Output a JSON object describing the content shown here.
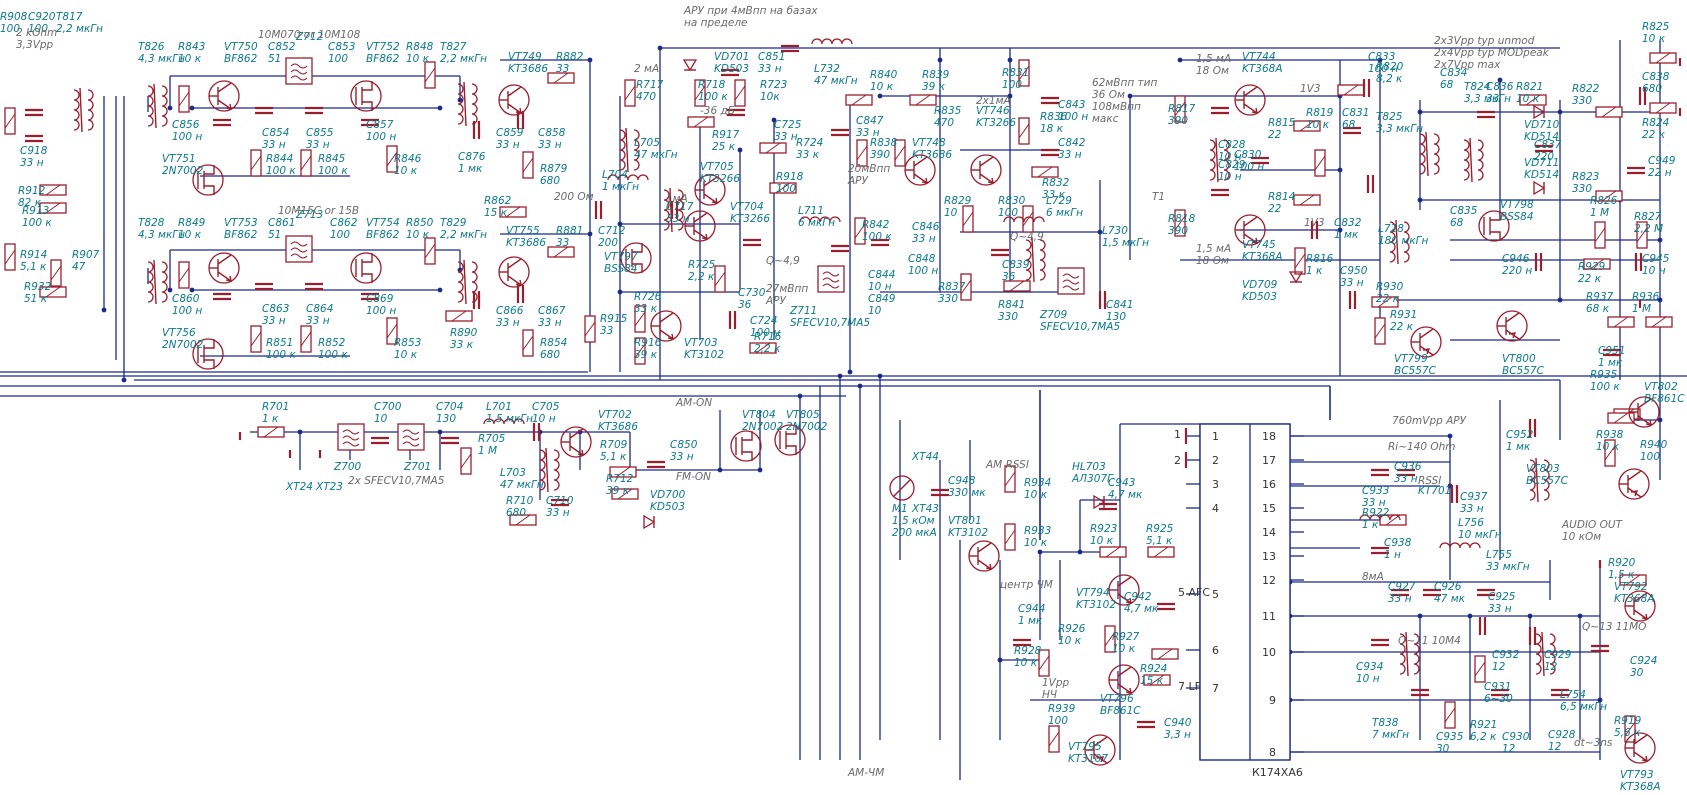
{
  "notes": {
    "top_left": [
      "2 kOhm",
      "3,3Vpp"
    ],
    "agc": [
      "АРУ при 4мВпп на базах",
      "на пределе"
    ],
    "top_right": [
      "2x3Vpp typ unmod",
      "2x4Vpp typ MODpeak",
      "2x7Vpp max"
    ],
    "i2ma": "2 мА",
    "db36": "-36 дБ",
    "ohm200": "200 Ом",
    "ma1": "1мА",
    "agc20": [
      "20мВпп",
      "АРУ"
    ],
    "agc27": [
      "27мВпп",
      "АРУ"
    ],
    "q49a": "Q~4,9",
    "q49b": "Q~4,9",
    "ma2x1": "2x1мА",
    "mv62": [
      "62мВпп тип",
      "36 Ом",
      "108мВпп",
      "макс"
    ],
    "t1": "T1",
    "curr_a": [
      "1,5 мА",
      "18 Ом"
    ],
    "curr_b": [
      "1,5 мА",
      "18 Ом"
    ],
    "v13a": "1V3",
    "v13b": "1V3",
    "pin1": "1",
    "pin2": "2",
    "am_on": "AM-ON",
    "fm_on": "FM-ON",
    "am_rssi": "AM RSSI",
    "am_chm": "AM-ЧМ",
    "centr": "центр ЧМ",
    "nch": [
      "1Vpp",
      "НЧ"
    ],
    "agc760": "760mVpp АРУ",
    "ri140": "Ri~140 Ohm",
    "ma8": "8мА",
    "rssi": "RSSI",
    "q11": "Q~11 10M4",
    "q13": "Q~13 11MO",
    "dt3": "dt~3ns",
    "audio": [
      "AUDIO OUT",
      "10 кОм"
    ],
    "filt_top": "10M070 or 10M108",
    "filt_bot": "10M15C or 15B",
    "z_note": "2x SFECV10,7MA5",
    "afc": "5 AFC",
    "lf": "7 LF",
    "meter": [
      "M1",
      "1,5 кОм",
      "200 мкА"
    ],
    "chip": "К174ХА6"
  },
  "labels": [
    [
      "R908",
      "100"
    ],
    [
      "C920",
      "100"
    ],
    [
      "T817",
      "2,2 мкГн"
    ],
    [
      "R912",
      "82 к"
    ],
    [
      "R913",
      "100 к"
    ],
    [
      "R914",
      "5,1 к"
    ],
    [
      "R907",
      "47"
    ],
    [
      "R932",
      "51 к"
    ],
    [
      "C918",
      "33 н"
    ],
    [
      "T826",
      "4,3 мкГн"
    ],
    [
      "R843",
      "10 к"
    ],
    [
      "VT750",
      "BF862"
    ],
    [
      "C852",
      "51"
    ],
    [
      "Z712",
      ""
    ],
    [
      "C853",
      "100"
    ],
    [
      "VT752",
      "BF862"
    ],
    [
      "R848",
      "10 к"
    ],
    [
      "T827",
      "2,2 мкГн"
    ],
    [
      "C856",
      "100 н"
    ],
    [
      "C854",
      "33 н"
    ],
    [
      "C855",
      "33 н"
    ],
    [
      "C857",
      "100 н"
    ],
    [
      "VT751",
      "2N7002"
    ],
    [
      "R844",
      "100 к"
    ],
    [
      "R845",
      "100 к"
    ],
    [
      "R846",
      "10 к"
    ],
    [
      "T828",
      "4,3 мкГн"
    ],
    [
      "R849",
      "10 к"
    ],
    [
      "VT753",
      "BF862"
    ],
    [
      "C861",
      "51"
    ],
    [
      "Z713",
      ""
    ],
    [
      "C862",
      "100"
    ],
    [
      "VT754",
      "BF862"
    ],
    [
      "R850",
      "10 к"
    ],
    [
      "T829",
      "2,2 мкГн"
    ],
    [
      "C860",
      "100 н"
    ],
    [
      "C863",
      "33 н"
    ],
    [
      "C864",
      "33 н"
    ],
    [
      "C869",
      "100 н"
    ],
    [
      "VT756",
      "2N7002"
    ],
    [
      "R851",
      "100 к"
    ],
    [
      "R852",
      "100 к"
    ],
    [
      "R853",
      "10 к"
    ],
    [
      "VT749",
      "KT3686"
    ],
    [
      "R882",
      "33"
    ],
    [
      "C876",
      "1 мк"
    ],
    [
      "C859",
      "33 н"
    ],
    [
      "C858",
      "33 н"
    ],
    [
      "R879",
      "680"
    ],
    [
      "R862",
      "15 к"
    ],
    [
      "VT755",
      "KT3686"
    ],
    [
      "R881",
      "33"
    ],
    [
      "C866",
      "33 н"
    ],
    [
      "C867",
      "33 н"
    ],
    [
      "R854",
      "680"
    ],
    [
      "R890",
      "33 к"
    ],
    [
      "R915",
      "33"
    ],
    [
      "C712",
      "200"
    ],
    [
      "R717",
      "470"
    ],
    [
      "R718",
      "100 к"
    ],
    [
      "VD701",
      "KD503"
    ],
    [
      "C851",
      "33 н"
    ],
    [
      "L732",
      "47 мкГн"
    ],
    [
      "R723",
      "10к"
    ],
    [
      "C725",
      "33 н"
    ],
    [
      "R917",
      "25 к"
    ],
    [
      "R724",
      "33 к"
    ],
    [
      "L705",
      "47 мкГн"
    ],
    [
      "L704",
      "1 мкГн"
    ],
    [
      "VT705",
      "KT3266"
    ],
    [
      "R918",
      "100"
    ],
    [
      "C717",
      "33 н"
    ],
    [
      "VT704",
      "KT3266"
    ],
    [
      "L711",
      "6 мкГн"
    ],
    [
      "VT797",
      "BSS84"
    ],
    [
      "R725",
      "2,2 к"
    ],
    [
      "C730",
      "36"
    ],
    [
      "Z711",
      "SFECV10,7MA5"
    ],
    [
      "R726",
      "33 к"
    ],
    [
      "C724",
      "100 н"
    ],
    [
      "R916",
      "39 к"
    ],
    [
      "VT703",
      "KT3102"
    ],
    [
      "R716",
      "2,2 к"
    ],
    [
      "R840",
      "10 к"
    ],
    [
      "R839",
      "39 к"
    ],
    [
      "C847",
      "33 н"
    ],
    [
      "R835",
      "470"
    ],
    [
      "R838",
      "390"
    ],
    [
      "VT748",
      "KT3686"
    ],
    [
      "R831",
      "100"
    ],
    [
      "C843",
      "100 н"
    ],
    [
      "VT746",
      "KT3266"
    ],
    [
      "R836",
      "18 к"
    ],
    [
      "C842",
      "33 н"
    ],
    [
      "R832",
      "33 к"
    ],
    [
      "R842",
      "100 к"
    ],
    [
      "R829",
      "10"
    ],
    [
      "R830",
      "100"
    ],
    [
      "L729",
      "6 мкГн"
    ],
    [
      "C846",
      "33 н"
    ],
    [
      "C848",
      "100 н"
    ],
    [
      "C844",
      "10 н"
    ],
    [
      "C849",
      "10"
    ],
    [
      "C839",
      "36"
    ],
    [
      "R837",
      "330"
    ],
    [
      "R841",
      "330"
    ],
    [
      "Z709",
      "SFECV10,7MA5"
    ],
    [
      "C841",
      "130"
    ],
    [
      "L730",
      "1,5 мкГн"
    ],
    [
      "R817",
      "390"
    ],
    [
      "VT744",
      "KT368A"
    ],
    [
      "C828",
      "10 н"
    ],
    [
      "C829",
      "10 н"
    ],
    [
      "R815",
      "22"
    ],
    [
      "C830",
      "100 н"
    ],
    [
      "R814",
      "22"
    ],
    [
      "R818",
      "390"
    ],
    [
      "VT745",
      "KT368A"
    ],
    [
      "VD709",
      "KD503"
    ],
    [
      "R816",
      "1 к"
    ],
    [
      "R820",
      "8,2 к"
    ],
    [
      "R819",
      "10 к"
    ],
    [
      "C831",
      "68"
    ],
    [
      "C833",
      "100 н"
    ],
    [
      "C832",
      "1 мк"
    ],
    [
      "L728",
      "180 мкГн"
    ],
    [
      "T824",
      "3,3 мкГн"
    ],
    [
      "C834",
      "68"
    ],
    [
      "T825",
      "3,3 мкГн"
    ],
    [
      "C835",
      "68"
    ],
    [
      "C836",
      "33"
    ],
    [
      "R821",
      "10 к"
    ],
    [
      "R822",
      "330"
    ],
    [
      "VD710",
      "KD514"
    ],
    [
      "VD711",
      "KD514"
    ],
    [
      "C837",
      "220"
    ],
    [
      "R823",
      "330"
    ],
    [
      "R825",
      "10 к"
    ],
    [
      "C838",
      "680"
    ],
    [
      "R824",
      "22 к"
    ],
    [
      "C949",
      "22 н"
    ],
    [
      "VT798",
      "BSS84"
    ],
    [
      "R826",
      "1 M"
    ],
    [
      "R827",
      "2,2 M"
    ],
    [
      "C945",
      "10 н"
    ],
    [
      "C946",
      "220 н"
    ],
    [
      "R929",
      "22 к"
    ],
    [
      "C950",
      "33 н"
    ],
    [
      "R930",
      "22 к"
    ],
    [
      "R931",
      "22 к"
    ],
    [
      "VT799",
      "BC557C"
    ],
    [
      "VT800",
      "BC557C"
    ],
    [
      "R937",
      "68 к"
    ],
    [
      "R936",
      "1 M"
    ],
    [
      "C951",
      "1 мк"
    ],
    [
      "R935",
      "100 к"
    ],
    [
      "VT802",
      "BF861C"
    ],
    [
      "C952",
      "1 мк"
    ],
    [
      "R938",
      "10 к"
    ],
    [
      "R940",
      "100"
    ],
    [
      "VT803",
      "BC557C"
    ],
    [
      "R701",
      "1 к"
    ],
    [
      "Z700",
      ""
    ],
    [
      "C700",
      "10"
    ],
    [
      "Z701",
      ""
    ],
    [
      "C704",
      "130"
    ],
    [
      "L701",
      "1,5 мкГн"
    ],
    [
      "C705",
      "10 н"
    ],
    [
      "R705",
      "1 M"
    ],
    [
      "L703",
      "47 мкГн"
    ],
    [
      "R710",
      "680"
    ],
    [
      "C710",
      "33 н"
    ],
    [
      "XT24",
      ""
    ],
    [
      "XT23",
      ""
    ],
    [
      "VT702",
      "KT3686"
    ],
    [
      "R709",
      "5,1 к"
    ],
    [
      "C850",
      "33 н"
    ],
    [
      "R712",
      "39 к"
    ],
    [
      "VD700",
      "KD503"
    ],
    [
      "VT804",
      "2N7002"
    ],
    [
      "VT805",
      "2N7002"
    ],
    [
      "XT44",
      ""
    ],
    [
      "XT43",
      ""
    ],
    [
      "C948",
      "330 мк"
    ],
    [
      "R934",
      "10 к"
    ],
    [
      "R933",
      "10 к"
    ],
    [
      "VT801",
      "KT3102"
    ],
    [
      "HL703",
      "AЛ307Г"
    ],
    [
      "C943",
      "4,7 мк"
    ],
    [
      "R923",
      "10 к"
    ],
    [
      "R925",
      "5,1 к"
    ],
    [
      "VT794",
      "KT3102"
    ],
    [
      "C942",
      "4,7 мк"
    ],
    [
      "R926",
      "10 к"
    ],
    [
      "R927",
      "10 к"
    ],
    [
      "C944",
      "1 мк"
    ],
    [
      "R928",
      "10 к"
    ],
    [
      "R924",
      "15 к"
    ],
    [
      "VT796",
      "BF861C"
    ],
    [
      "R939",
      "100"
    ],
    [
      "C940",
      "3,3 н"
    ],
    [
      "VT795",
      "KT3107"
    ],
    [
      "C936",
      "33 н"
    ],
    [
      "C933",
      "33 н"
    ],
    [
      "KT701",
      ""
    ],
    [
      "C937",
      "33 н"
    ],
    [
      "R922",
      "1 к"
    ],
    [
      "C938",
      "1 н"
    ],
    [
      "L756",
      "10 мкГн"
    ],
    [
      "L755",
      "33 мкГн"
    ],
    [
      "C927",
      "33 н"
    ],
    [
      "C926",
      "47 мк"
    ],
    [
      "C925",
      "33 н"
    ],
    [
      "R920",
      "1,5 к"
    ],
    [
      "VT792",
      "KT368A"
    ],
    [
      "C934",
      "10 н"
    ],
    [
      "T838",
      "7 мкГн"
    ],
    [
      "C932",
      "12"
    ],
    [
      "C931",
      "6~30"
    ],
    [
      "C929",
      "12"
    ],
    [
      "L754",
      "6,5 мкГн"
    ],
    [
      "C924",
      "30"
    ],
    [
      "C935",
      "30"
    ],
    [
      "R921",
      "6,2 к"
    ],
    [
      "C930",
      "12"
    ],
    [
      "C928",
      "12"
    ],
    [
      "R919",
      "5,6 к"
    ],
    [
      "VT793",
      "KT368A"
    ]
  ]
}
